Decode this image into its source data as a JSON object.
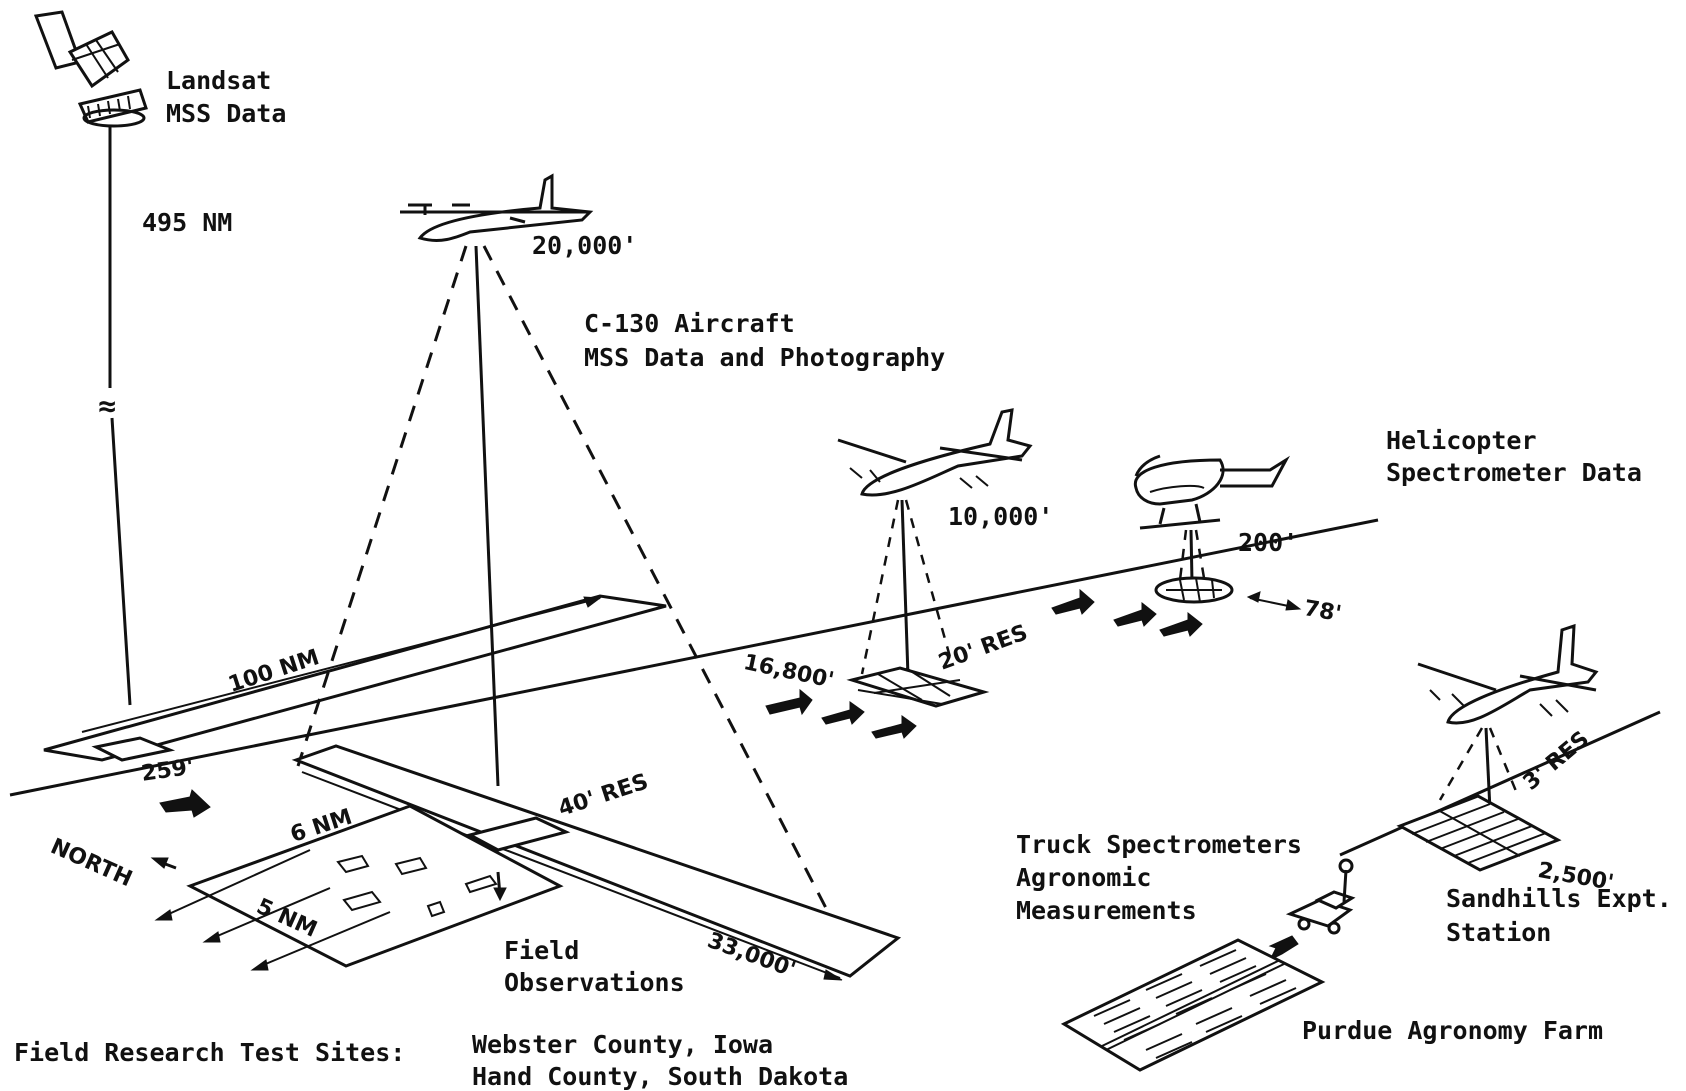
{
  "platforms": {
    "landsat": {
      "line1": "Landsat",
      "line2": "MSS Data",
      "altitude": "495 NM",
      "break_mark": "≈"
    },
    "c130": {
      "line1": "C-130 Aircraft",
      "line2": "MSS Data and Photography",
      "altitude": "20,000'"
    },
    "aircraft_10000": {
      "altitude": "10,000'"
    },
    "helicopter": {
      "line1": "Helicopter",
      "line2": "Spectrometer Data",
      "altitude": "200'"
    },
    "truck": {
      "line1": "Truck Spectrometers",
      "line2": "Agronomic",
      "line3": "Measurements"
    }
  },
  "swaths": {
    "landsat_width": "100 NM",
    "landsat_res": "259'",
    "c130_width": "33,000'",
    "c130_res": "40' RES",
    "mid_width": "16,800'",
    "mid_res": "20' RES",
    "heli_width": "78'",
    "sandhills_width": "2,500'",
    "sandhills_res": "3' RES"
  },
  "test_site": {
    "north": "NORTH",
    "dim1": "6 NM",
    "dim2": "5 NM",
    "field_obs_line1": "Field",
    "field_obs_line2": "Observations"
  },
  "sites": {
    "sandhills_line1": "Sandhills Expt.",
    "sandhills_line2": "Station",
    "purdue": "Purdue Agronomy Farm"
  },
  "footer": {
    "label": "Field Research Test Sites:",
    "site1": "Webster County, Iowa",
    "site2": "Hand County, South Dakota"
  }
}
